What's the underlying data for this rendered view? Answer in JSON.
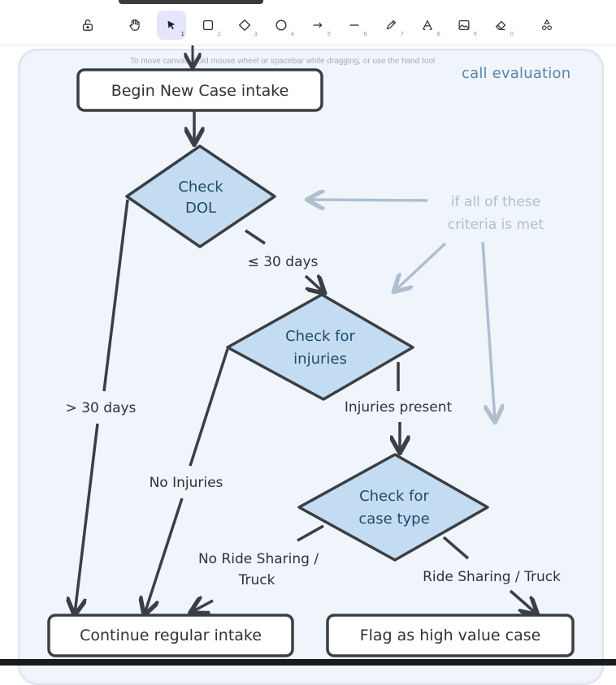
{
  "toolbar": {
    "tools": [
      {
        "name": "lock",
        "key": ""
      },
      {
        "name": "hand",
        "key": ""
      },
      {
        "name": "selection",
        "key": "1",
        "active": true
      },
      {
        "name": "rectangle",
        "key": "2"
      },
      {
        "name": "diamond",
        "key": "3"
      },
      {
        "name": "ellipse",
        "key": "4"
      },
      {
        "name": "arrow",
        "key": "5"
      },
      {
        "name": "line",
        "key": "6"
      },
      {
        "name": "draw",
        "key": "7"
      },
      {
        "name": "text",
        "key": "8"
      },
      {
        "name": "image",
        "key": "9"
      },
      {
        "name": "eraser",
        "key": "0"
      },
      {
        "name": "more-shapes",
        "key": ""
      }
    ]
  },
  "hint": "To move canvas, hold mouse wheel or spacebar while dragging, or use the hand tool",
  "frame": {
    "title": "call evaluation"
  },
  "nodes": {
    "start": "Begin New Case intake",
    "check_dol": [
      "Check",
      "DOL"
    ],
    "check_injuries": [
      "Check for",
      "injuries"
    ],
    "check_case_type": [
      "Check for",
      "case type"
    ],
    "continue": "Continue regular intake",
    "flag": "Flag as high value case"
  },
  "edges": {
    "le_30": "≤ 30 days",
    "gt_30": "> 30 days",
    "injuries_present": "Injuries present",
    "no_injuries": "No Injuries",
    "no_ride": [
      "No Ride Sharing /",
      "Truck"
    ],
    "ride": "Ride Sharing / Truck"
  },
  "note": [
    "if all of these",
    "criteria is met"
  ],
  "colors": {
    "stroke": "#3b3f44",
    "decision_fill": "#c4dcf1",
    "note": "#aebfd0",
    "frame_bg": "#f0f5fb",
    "accent": "#5a84a8"
  }
}
